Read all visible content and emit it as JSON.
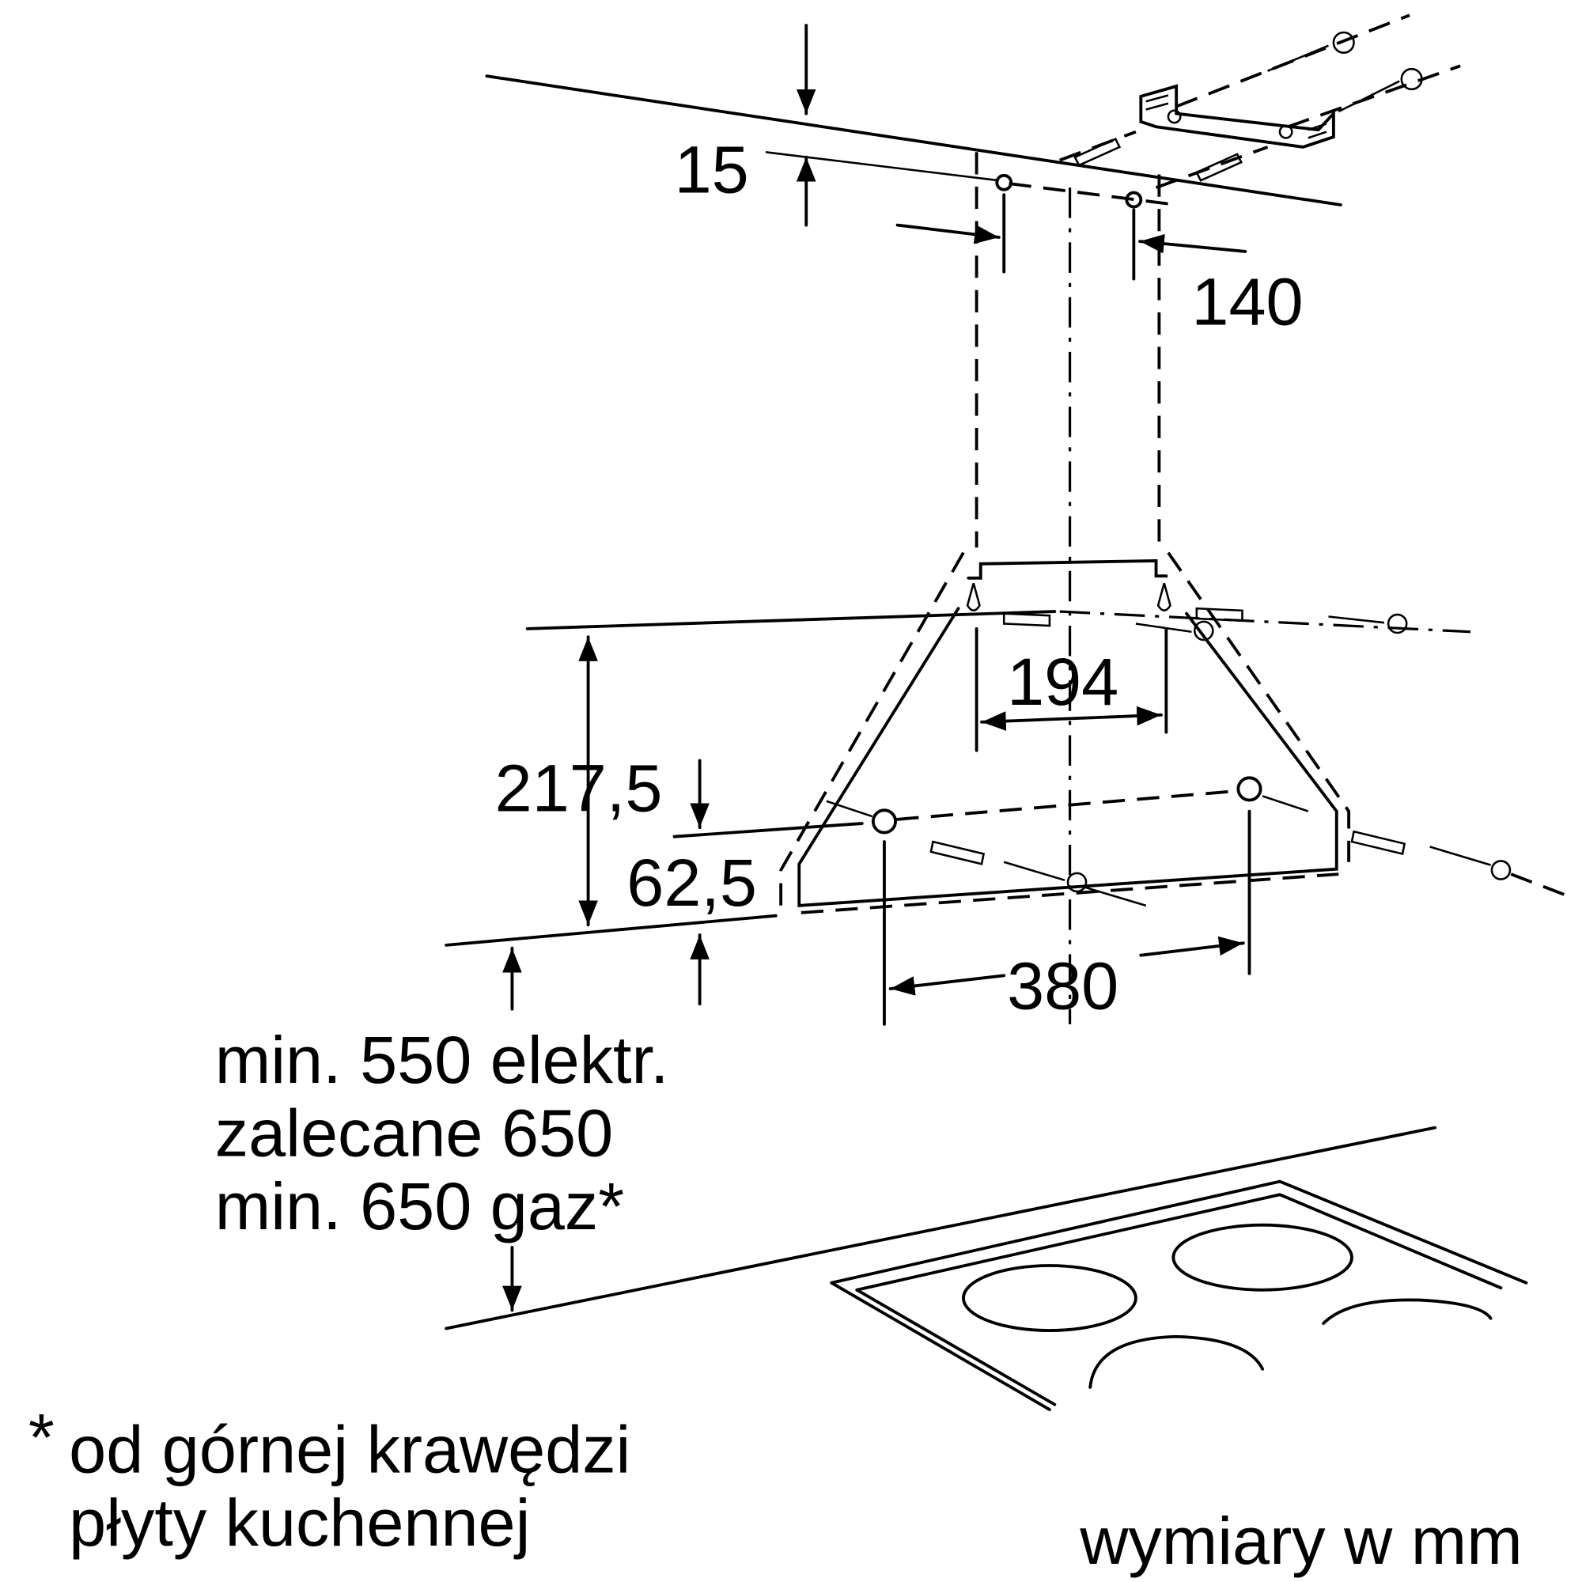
{
  "dimensions": {
    "ceiling_offset": "15",
    "bracket_spacing": "140",
    "upper_hole_spacing": "194",
    "height_total": "217,5",
    "lower_hole_height": "62,5",
    "lower_hole_spacing": "380"
  },
  "clearance": {
    "line1": "min. 550 elektr.",
    "line2": "zalecane 650",
    "line3": "min. 650 gaz*"
  },
  "footnote": {
    "marker": "*",
    "line1": "od górnej krawędzi",
    "line2": "płyty kuchennej"
  },
  "units_note": "wymiary w mm",
  "colors": {
    "ink": "#000000",
    "background": "#ffffff"
  }
}
